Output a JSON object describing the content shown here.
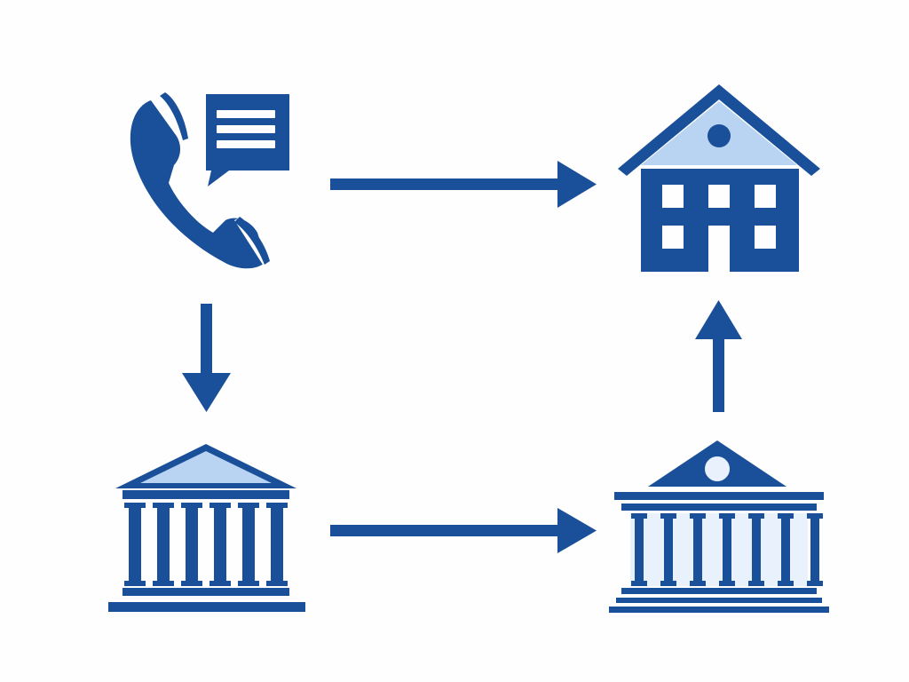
{
  "diagram": {
    "colors": {
      "primary": "#1a4f9a",
      "light_fill": "#b9d3f2",
      "pale_fill": "#e8f1fc",
      "background": "#fefefe"
    },
    "nodes": [
      {
        "id": "phone-message",
        "icon": "phone-with-message-icon"
      },
      {
        "id": "house",
        "icon": "house-building-icon"
      },
      {
        "id": "bank-left",
        "icon": "bank-classical-building-icon"
      },
      {
        "id": "bank-right",
        "icon": "bank-classical-building-with-seal-icon"
      }
    ],
    "edges": [
      {
        "from": "phone-message",
        "to": "house",
        "direction": "right"
      },
      {
        "from": "phone-message",
        "to": "bank-left",
        "direction": "down"
      },
      {
        "from": "bank-left",
        "to": "bank-right",
        "direction": "right"
      },
      {
        "from": "bank-right",
        "to": "house",
        "direction": "up"
      }
    ]
  }
}
